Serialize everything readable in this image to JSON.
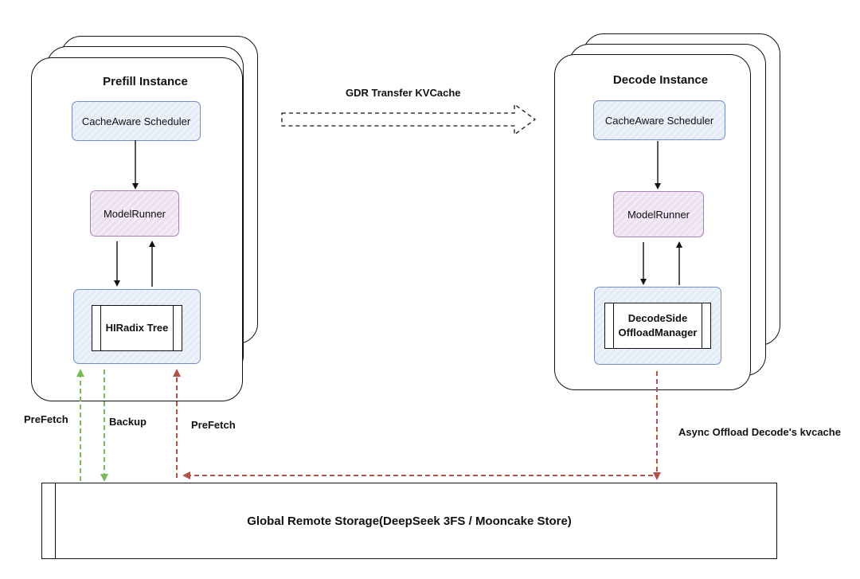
{
  "prefill": {
    "title": "Prefill Instance",
    "scheduler": "CacheAware Scheduler",
    "model_runner": "ModelRunner",
    "tree": "HIRadix Tree"
  },
  "decode": {
    "title": "Decode Instance",
    "scheduler": "CacheAware Scheduler",
    "model_runner": "ModelRunner",
    "offload_line1": "DecodeSide",
    "offload_line2": "OffloadManager"
  },
  "transfer_label": "GDR Transfer KVCache",
  "arrows": {
    "prefetch_green": "PreFetch",
    "backup": "Backup",
    "prefetch_red": "PreFetch",
    "async_offload": "Async Offload Decode's kvcache"
  },
  "storage_label": "Global Remote Storage(DeepSeek 3FS / Mooncake Store)",
  "colors": {
    "blue_border": "#6f8fc8",
    "purple_border": "#a783b7",
    "green_arrow": "#7cb957",
    "red_arrow": "#b3514b"
  }
}
